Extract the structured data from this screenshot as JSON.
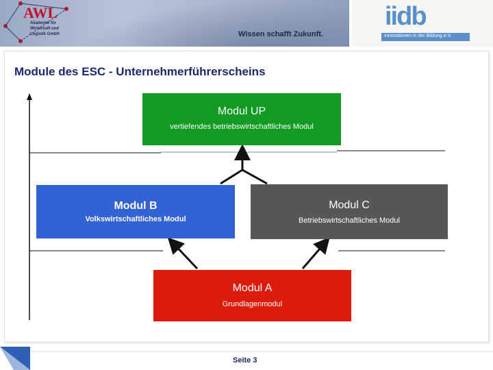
{
  "header": {
    "awl_logo_text": "AWL",
    "awl_subtitle": "Akademie für\nWirtschaft und\nLogistik GmbH",
    "slogan": "Wissen schafft Zukunft.",
    "iidb_logo_text": "iidb",
    "iidb_tagline": "Innovationen in der Bildung e.V."
  },
  "slide": {
    "title": "Module des ESC - Unternehmerführerscheins"
  },
  "modules": {
    "up": {
      "title": "Modul UP",
      "subtitle": "vertiefendes betriebswirtschaftliches Modul",
      "color": "#129b23"
    },
    "b": {
      "title": "Modul B",
      "subtitle": "Volkswirtschaftliches Modul",
      "color": "#3262d6"
    },
    "c": {
      "title": "Modul C",
      "subtitle": "Betriebswirtschaftliches Modul",
      "color": "#575757"
    },
    "a": {
      "title": "Modul A",
      "subtitle": "Grundlagenmodul",
      "color": "#db1b0c"
    }
  },
  "footer": {
    "page_label": "Seite 3"
  },
  "colors": {
    "title_blue": "#1a2a6c",
    "iidb_blue": "#5b8fcb"
  }
}
